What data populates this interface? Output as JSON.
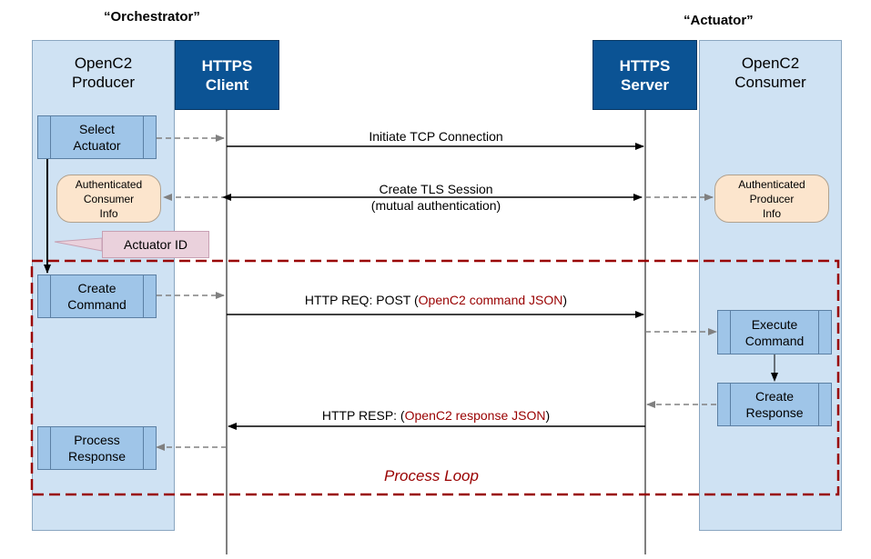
{
  "roles": {
    "orchestrator": "“Orchestrator”",
    "actuator": "“Actuator”"
  },
  "lanes": {
    "producer": [
      "OpenC2",
      "Producer"
    ],
    "client": [
      "HTTPS",
      "Client"
    ],
    "server": [
      "HTTPS",
      "Server"
    ],
    "consumer": [
      "OpenC2",
      "Consumer"
    ]
  },
  "processes": {
    "select_actuator": [
      "Select",
      "Actuator"
    ],
    "create_command": [
      "Create",
      "Command"
    ],
    "process_response": [
      "Process",
      "Response"
    ],
    "execute_command": [
      "Execute",
      "Command"
    ],
    "create_response": [
      "Create",
      "Response"
    ]
  },
  "info_boxes": {
    "consumer_info": [
      "Authenticated",
      "Consumer",
      "Info"
    ],
    "producer_info": [
      "Authenticated",
      "Producer",
      "Info"
    ]
  },
  "callout": {
    "actuator_id": "Actuator ID"
  },
  "messages": {
    "tcp": "Initiate TCP Connection",
    "tls_1": "Create TLS Session",
    "tls_2": "(mutual authentication)",
    "req_prefix": "HTTP REQ: POST (",
    "req_payload": "OpenC2 command JSON",
    "req_suffix": ")",
    "resp_prefix": "HTTP RESP: (",
    "resp_payload": "OpenC2 response JSON",
    "resp_suffix": ")"
  },
  "loop": {
    "label": "Process Loop"
  },
  "colors": {
    "lane_fill": "#cfe2f3",
    "https_fill": "#0b5394",
    "process_fill": "#9fc5e8",
    "info_fill": "#fce5cd",
    "callout_fill": "#ead1dc",
    "loop_border": "#990000",
    "payload_text": "#990000",
    "dashed_arrow": "#808080"
  }
}
